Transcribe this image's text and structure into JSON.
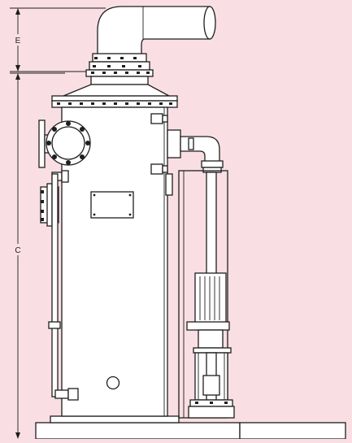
{
  "diagram": {
    "dimensions": [
      {
        "id": "E",
        "label": "E"
      },
      {
        "id": "C",
        "label": "C"
      }
    ],
    "colors": {
      "background": "#f9dfe3",
      "line": "#1e1e1e",
      "fill": "#ffffff"
    }
  }
}
